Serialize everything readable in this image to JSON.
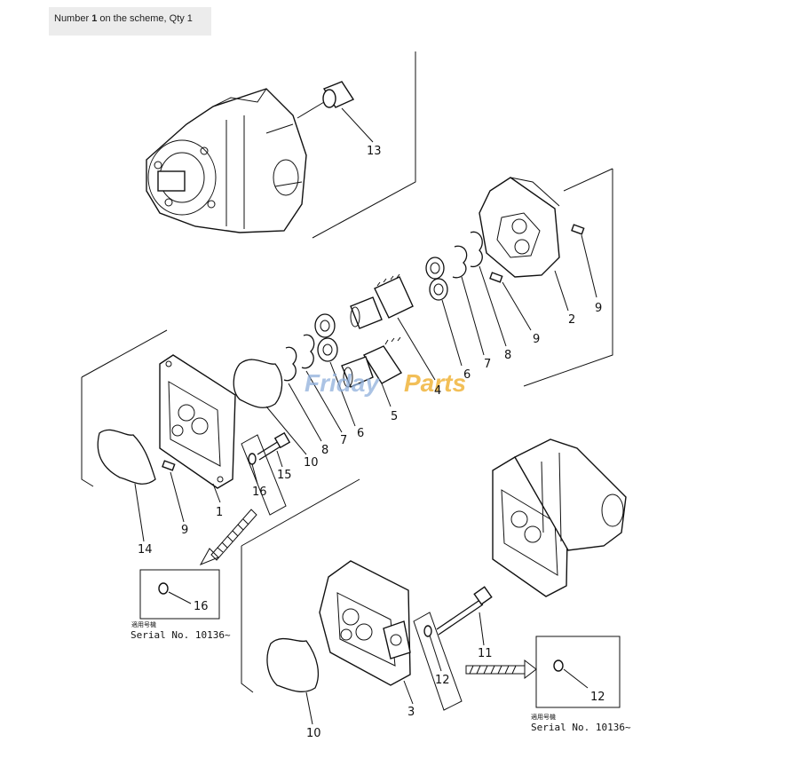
{
  "header": {
    "prefix": "Number ",
    "number": "1",
    "suffix": " on the scheme, Qty 1"
  },
  "callouts": {
    "n1": "1",
    "n2": "2",
    "n3": "3",
    "n4": "4",
    "n5": "5",
    "n6a": "6",
    "n6b": "6",
    "n7a": "7",
    "n7b": "7",
    "n8a": "8",
    "n8b": "8",
    "n9a": "9",
    "n9b": "9",
    "n9c": "9",
    "n10a": "10",
    "n10b": "10",
    "n11": "11",
    "n12a": "12",
    "n12b": "12",
    "n13": "13",
    "n14": "14",
    "n15": "15",
    "n16a": "16",
    "n16b": "16"
  },
  "inset_left": {
    "jp": "適用号機",
    "serial": "Serial No. 10136~"
  },
  "inset_right": {
    "jp": "適用号機",
    "serial": "Serial No. 10136~"
  },
  "watermark": {
    "part1": "Friday",
    "part2": "Parts"
  }
}
